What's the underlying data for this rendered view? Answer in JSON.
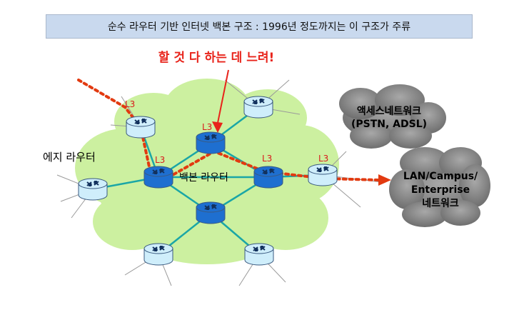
{
  "title": "순수 라우터 기반 인터넷 백본 구조 : 1996년 정도까지는 이 구조가 주류",
  "callout": "할 것 다 하는 데 느려!",
  "labels": {
    "edge_router": "에지 라우터",
    "backbone_router": "백본 라우터",
    "access_network_line1": "액세스네트워크",
    "access_network_line2": "(PSTN, ADSL)",
    "lan_line1": "LAN/Campus/",
    "lan_line2": "Enterprise",
    "lan_line3": "네트워크"
  },
  "router_tag": "L3",
  "colors": {
    "title_bg": "#c9d9ee",
    "cloud_green": "#ccf0a0",
    "cloud_gray": "#777777",
    "backbone_router": "#1e6fd0",
    "edge_router": "#cfeefb",
    "link": "#1aa6a6",
    "path": "#e23a10",
    "callout": "#e8231a"
  }
}
